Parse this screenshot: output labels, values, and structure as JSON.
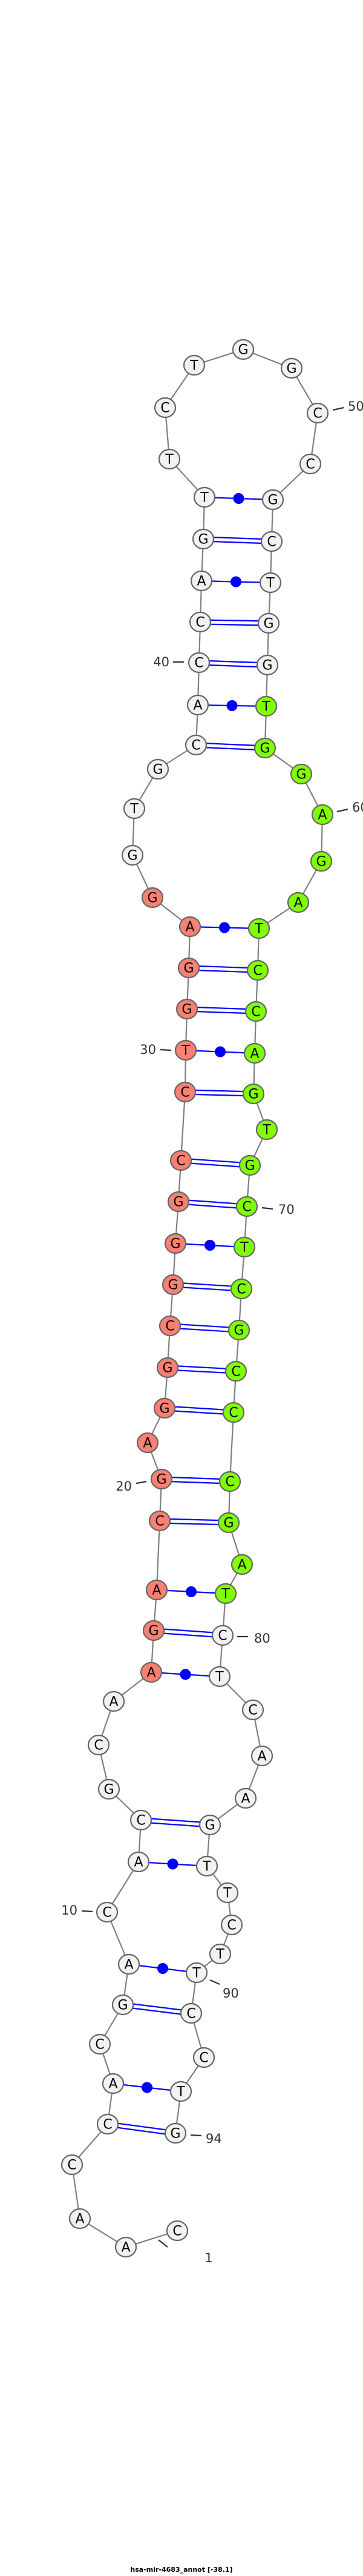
{
  "title": "hsa-mir-4683_annot [-38.1]",
  "sequence": "CAACCACGACACGCAAGACGAGGCGGGCCTGGAGGTGCACCAGTTCTGGCCGCTGGTGGAGATCCAGTGCTCGCCCGATCTCAAGTTCTTCCTG",
  "colors": {
    "default_fill": "#f2f2f2",
    "mature_5p_fill": "#fa8072",
    "mature_3p_fill": "#7fff00",
    "node_stroke": "#666666",
    "backbone": "#808080",
    "pair": "#0000ff",
    "label": "#333333"
  },
  "regions": [
    {
      "name": "mature-5p",
      "start": 16,
      "end": 34,
      "color_key": "mature_5p_fill"
    },
    {
      "name": "mature-3p",
      "start": 57,
      "end": 79,
      "color_key": "mature_3p_fill"
    }
  ],
  "pairs": [
    [
      5,
      94
    ],
    [
      6,
      93
    ],
    [
      8,
      91
    ],
    [
      9,
      90
    ],
    [
      11,
      86
    ],
    [
      12,
      85
    ],
    [
      16,
      81
    ],
    [
      17,
      80
    ],
    [
      18,
      79
    ],
    [
      19,
      77
    ],
    [
      20,
      76
    ],
    [
      22,
      75
    ],
    [
      23,
      74
    ],
    [
      24,
      73
    ],
    [
      25,
      72
    ],
    [
      26,
      71
    ],
    [
      27,
      70
    ],
    [
      28,
      69
    ],
    [
      29,
      67
    ],
    [
      30,
      66
    ],
    [
      31,
      65
    ],
    [
      32,
      64
    ],
    [
      33,
      63
    ],
    [
      38,
      58
    ],
    [
      39,
      57
    ],
    [
      40,
      56
    ],
    [
      41,
      55
    ],
    [
      42,
      54
    ],
    [
      43,
      53
    ],
    [
      44,
      52
    ]
  ],
  "position_labels": [
    {
      "pos": 1,
      "text": "1"
    },
    {
      "pos": 10,
      "text": "10"
    },
    {
      "pos": 20,
      "text": "20"
    },
    {
      "pos": 30,
      "text": "30"
    },
    {
      "pos": 40,
      "text": "40"
    },
    {
      "pos": 50,
      "text": "50"
    },
    {
      "pos": 60,
      "text": "60"
    },
    {
      "pos": 70,
      "text": "70"
    },
    {
      "pos": 80,
      "text": "80"
    },
    {
      "pos": 90,
      "text": "90"
    },
    {
      "pos": 94,
      "text": "94"
    }
  ]
}
